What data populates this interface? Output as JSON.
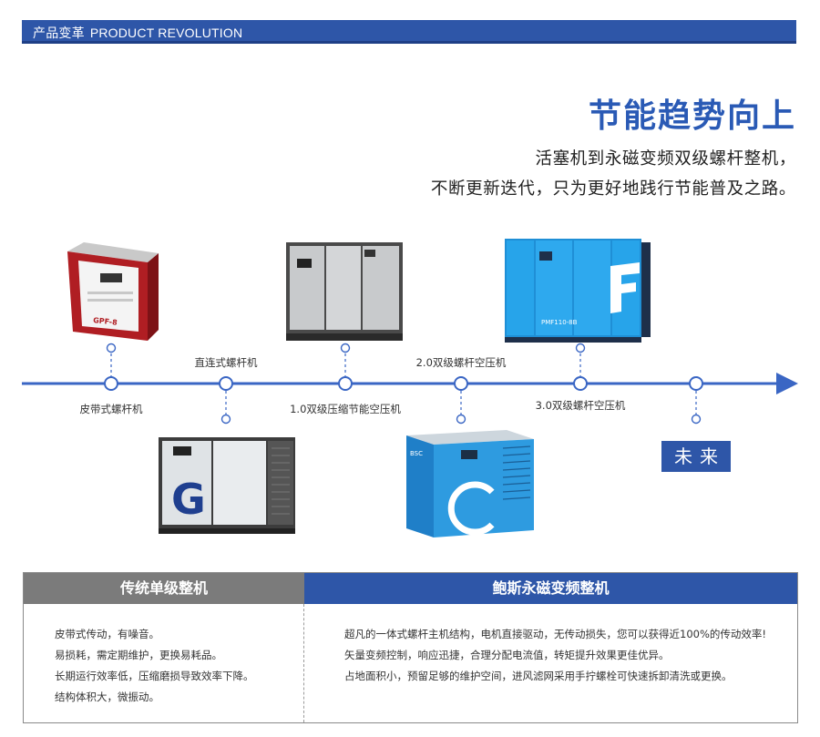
{
  "header": {
    "title_cn": "产品变革",
    "title_en": "PRODUCT REVOLUTION"
  },
  "headline": "节能趋势向上",
  "subtitle": [
    "活塞机到永磁变频双级螺杆整机，",
    "不断更新迭代，只为更好地践行节能普及之路。"
  ],
  "timeline": {
    "stages": [
      {
        "label": "皮带式螺杆机",
        "position": "below"
      },
      {
        "label": "直连式螺杆机",
        "position": "above"
      },
      {
        "label": "1.0双级压缩节能空压机",
        "position": "below"
      },
      {
        "label": "2.0双级螺杆空压机",
        "position": "above"
      },
      {
        "label": "3.0双级螺杆空压机",
        "position": "below"
      }
    ],
    "future": "未来"
  },
  "machines": {
    "m1_label": "GPF-8",
    "m2_label": "G",
    "m5_label": "PMF110-8B",
    "m6_label": "BSC"
  },
  "comparison": {
    "left": {
      "title": "传统单级整机",
      "lines": [
        "皮带式传动，有噪音。",
        "易损耗，需定期维护，更换易耗品。",
        "长期运行效率低，压缩磨损导致效率下降。",
        "结构体积大，微振动。"
      ]
    },
    "right": {
      "title": "鲍斯永磁变频整机",
      "lines": [
        "超凡的一体式螺杆主机结构，电机直接驱动，无传动损失，您可以获得近100%的传动效率!",
        "矢量变频控制，响应迅捷，合理分配电流值，转矩提升效果更佳优异。",
        "占地面积小，预留足够的维护空间，进风滤网采用手拧螺栓可快速拆卸清洗或更换。"
      ]
    }
  },
  "colors": {
    "brand_blue": "#2e56a8",
    "gray_header": "#7b7b7b",
    "timeline_blue": "#3a66c4"
  }
}
